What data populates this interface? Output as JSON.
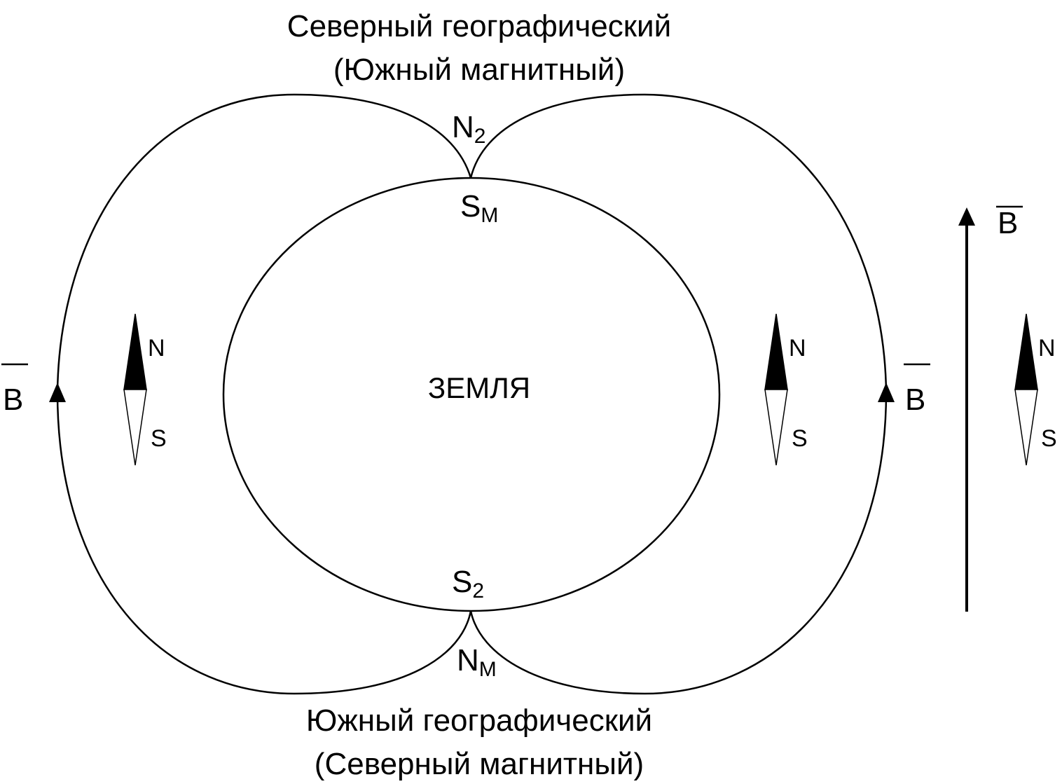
{
  "captions": {
    "top_line1": "Северный географический",
    "top_line2": "(Южный магнитный)",
    "bottom_line1": "Южный географический",
    "bottom_line2": "(Северный магнитный)"
  },
  "earth": {
    "label": "ЗЕМЛЯ"
  },
  "poles": {
    "top_outer": {
      "main": "N",
      "sub": "2"
    },
    "top_inner": {
      "main": "S",
      "sub": "M"
    },
    "bottom_inner": {
      "main": "S",
      "sub": "2"
    },
    "bottom_outer": {
      "main": "N",
      "sub": "M"
    }
  },
  "field": {
    "vector_label": "B"
  },
  "needles": [
    {
      "id": "left",
      "north": "N",
      "south": "S"
    },
    {
      "id": "right",
      "north": "N",
      "south": "S"
    },
    {
      "id": "far-right",
      "north": "N",
      "south": "S"
    }
  ],
  "colors": {
    "stroke": "#000000",
    "background": "#ffffff"
  }
}
